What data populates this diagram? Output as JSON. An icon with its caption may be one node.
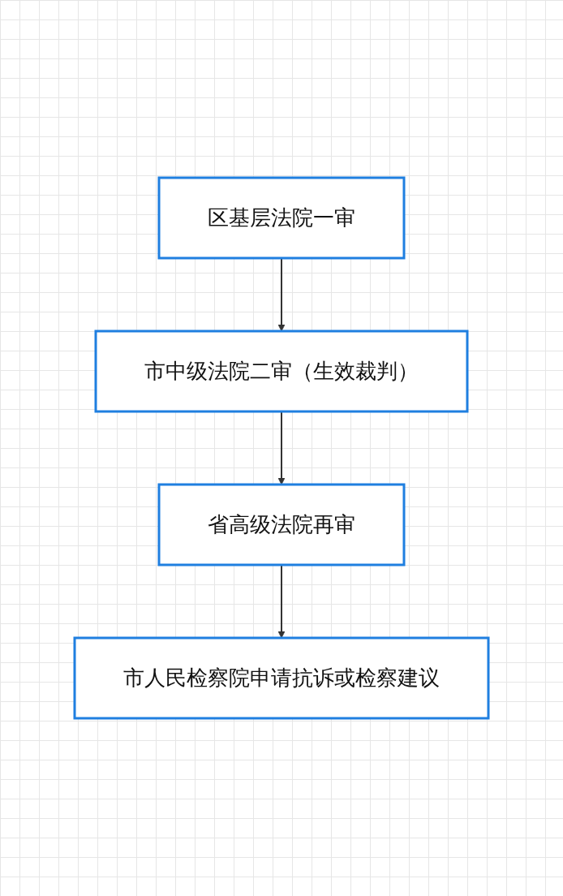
{
  "diagram": {
    "nodes": [
      {
        "text": [
          "区基层法院一审"
        ]
      },
      {
        "text": [
          "市中级法院二审（生效裁判）"
        ]
      },
      {
        "text": [
          "省高级法院再审"
        ]
      },
      {
        "text": [
          "市人民检察院申请抗诉或检察建议"
        ]
      }
    ],
    "edges": [
      {
        "from": 0,
        "to": 1,
        "arrow": "to"
      },
      {
        "from": 1,
        "to": 2,
        "arrow": "to"
      },
      {
        "from": 2,
        "to": 3,
        "arrow": "to"
      }
    ]
  }
}
